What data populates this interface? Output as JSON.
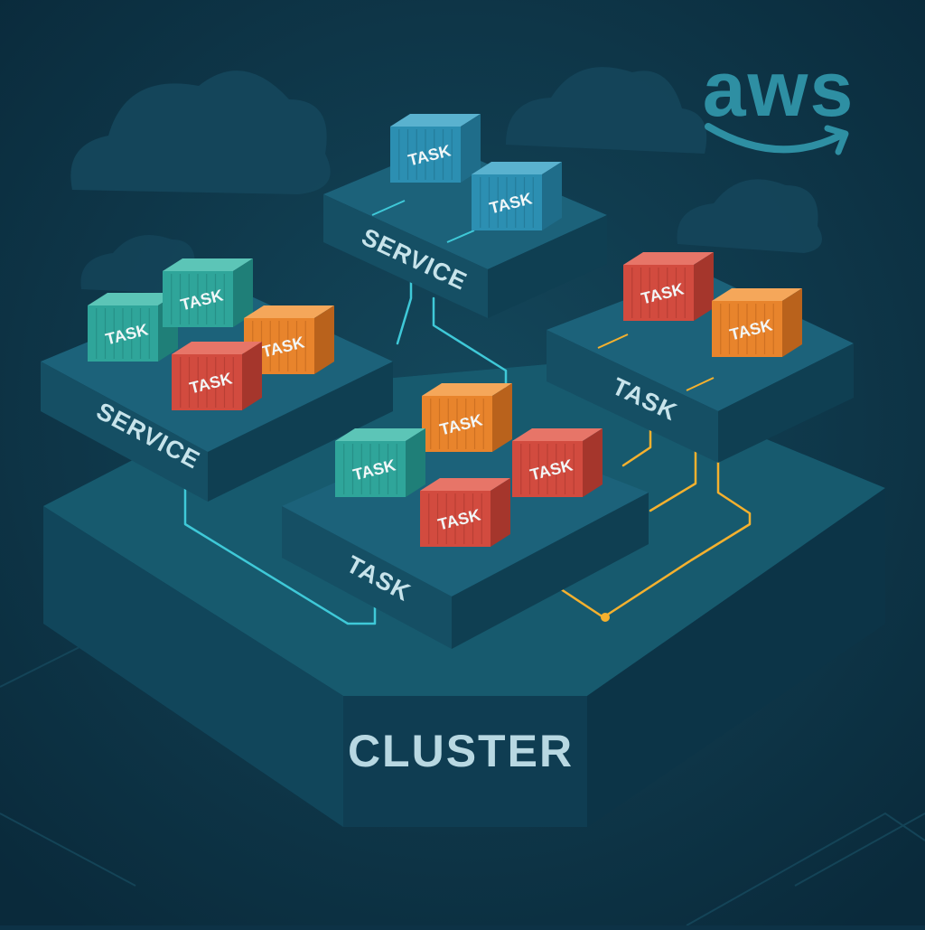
{
  "brand": {
    "logo_text": "aws",
    "accent": "#2e8fa3"
  },
  "cluster": {
    "label": "CLUSTER"
  },
  "platforms": [
    {
      "id": "service-left",
      "label": "SERVICE"
    },
    {
      "id": "service-top",
      "label": "SERVICE"
    },
    {
      "id": "task-right",
      "label": "TASK"
    },
    {
      "id": "task-center",
      "label": "TASK"
    }
  ],
  "task_label": "TASK",
  "containers": [
    {
      "id": "c1",
      "color": "teal"
    },
    {
      "id": "c2",
      "color": "teal"
    },
    {
      "id": "c3",
      "color": "orange"
    },
    {
      "id": "c4",
      "color": "red"
    },
    {
      "id": "c5",
      "color": "blue"
    },
    {
      "id": "c6",
      "color": "blue"
    },
    {
      "id": "c7",
      "color": "red"
    },
    {
      "id": "c8",
      "color": "orange"
    },
    {
      "id": "c9",
      "color": "orange"
    },
    {
      "id": "c10",
      "color": "teal"
    },
    {
      "id": "c11",
      "color": "red"
    },
    {
      "id": "c12",
      "color": "red"
    }
  ],
  "colors": {
    "background": "#0d3246",
    "teal": "#2fa59a",
    "blue": "#2c8fb2",
    "orange": "#e8842c",
    "red": "#d24b3f",
    "connector_cyan": "#3fc9d8",
    "connector_amber": "#f5b12e"
  }
}
